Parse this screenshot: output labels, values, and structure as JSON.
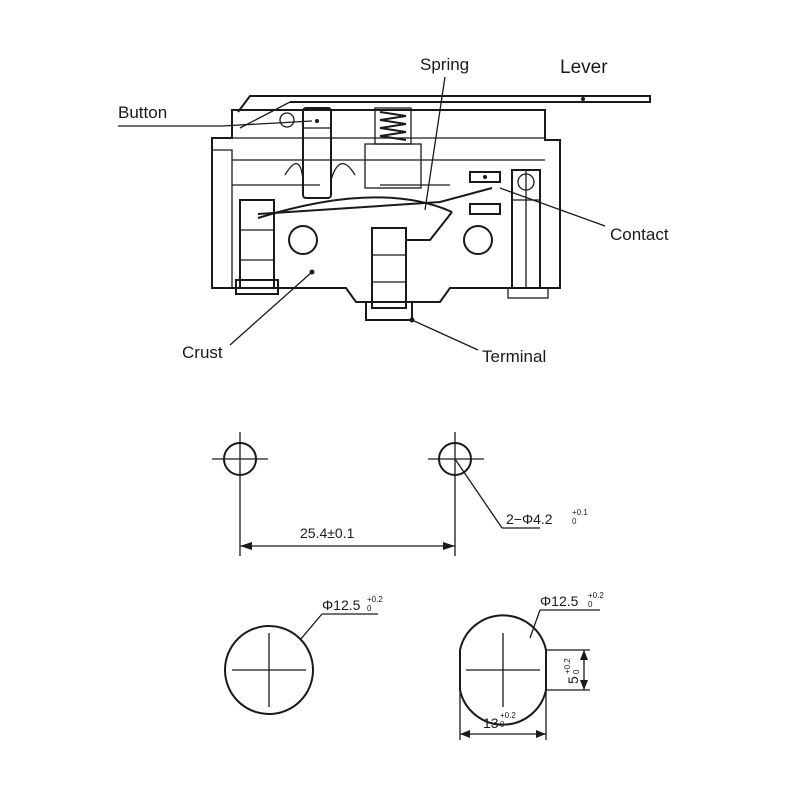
{
  "switch_diagram": {
    "labels": {
      "spring": "Spring",
      "lever": "Lever",
      "button": "Button",
      "contact": "Contact",
      "crust": "Crust",
      "terminal": "Terminal"
    }
  },
  "mounting_holes": {
    "spacing_value": "25.4±0.1",
    "hole_spec": "2−Φ4.2",
    "hole_tol_upper": "+0.1",
    "hole_tol_lower": "0"
  },
  "panel_cutouts": {
    "round": {
      "dia": "Φ12.5",
      "tol_upper": "+0.2",
      "tol_lower": "0"
    },
    "flatted": {
      "dia": "Φ12.5",
      "tol_upper": "+0.2",
      "tol_lower": "0",
      "width_value": "13",
      "width_tol_upper": "+0.2",
      "width_tol_lower": "0",
      "height_value": "5",
      "height_tol_upper": "+0.2",
      "height_tol_lower": "0"
    }
  }
}
